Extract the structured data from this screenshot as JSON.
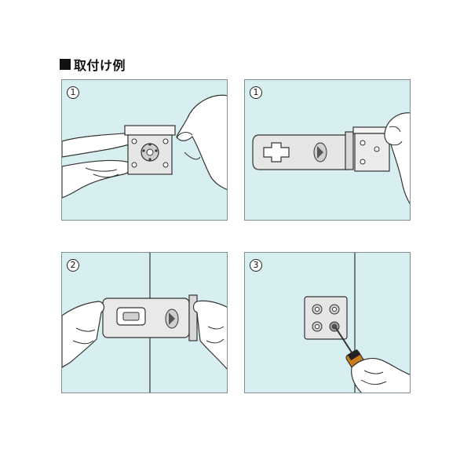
{
  "heading": {
    "label": "取付け例"
  },
  "panels": [
    {
      "step": "1"
    },
    {
      "step": "1"
    },
    {
      "step": "2"
    },
    {
      "step": "3"
    }
  ]
}
